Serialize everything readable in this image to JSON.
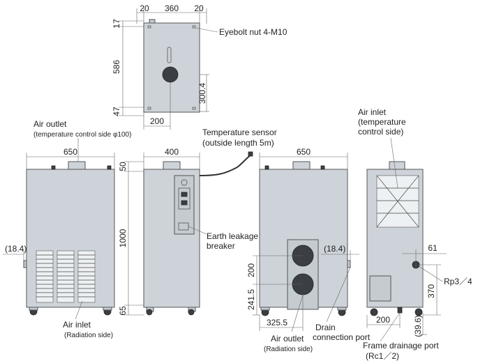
{
  "views": {
    "top": {
      "dims": {
        "w_left": "20",
        "w_main": "360",
        "w_right": "20",
        "h_top": "17",
        "h_mid": "586",
        "h_bot": "47",
        "d_fan": "300.4",
        "w_fan": "200"
      },
      "eyebolt": "Eyebolt nut 4-M10"
    },
    "front": {
      "dims": {
        "width": "650",
        "side": "(18.4)"
      },
      "air_outlet_title": "Air outlet",
      "air_outlet_sub": "(temperature control side φ100)",
      "air_inlet_title": "Air inlet",
      "air_inlet_sub": "(Radiation side)"
    },
    "side": {
      "dims": {
        "width": "400",
        "h_top": "50",
        "h_mid": "1000",
        "h_bot": "65"
      },
      "earth_line1": "Earth leakage",
      "earth_line2": "breaker",
      "sensor_line1": "Temperature sensor",
      "sensor_line2": "(outside length 5m)"
    },
    "rear": {
      "dims": {
        "width": "650",
        "side": "(18.4)",
        "h_fan_gap": "200",
        "h_fan_low": "241.5",
        "w_fan": "325.5"
      },
      "outlet_title": "Air outlet",
      "outlet_sub": "(Radiation side)",
      "drain_line1": "Drain",
      "drain_line2": "connection port"
    },
    "right": {
      "inlet_line1": "Air inlet",
      "inlet_line2": "(temperature",
      "inlet_line3": "control side)",
      "dims": {
        "w_61": "61",
        "rp": "Rp3／4",
        "h_370": "370",
        "w_200": "200",
        "h_39": "(39.6)"
      },
      "frame_line1": "Frame drainage port",
      "frame_line2": "(Rc1／2)"
    }
  }
}
